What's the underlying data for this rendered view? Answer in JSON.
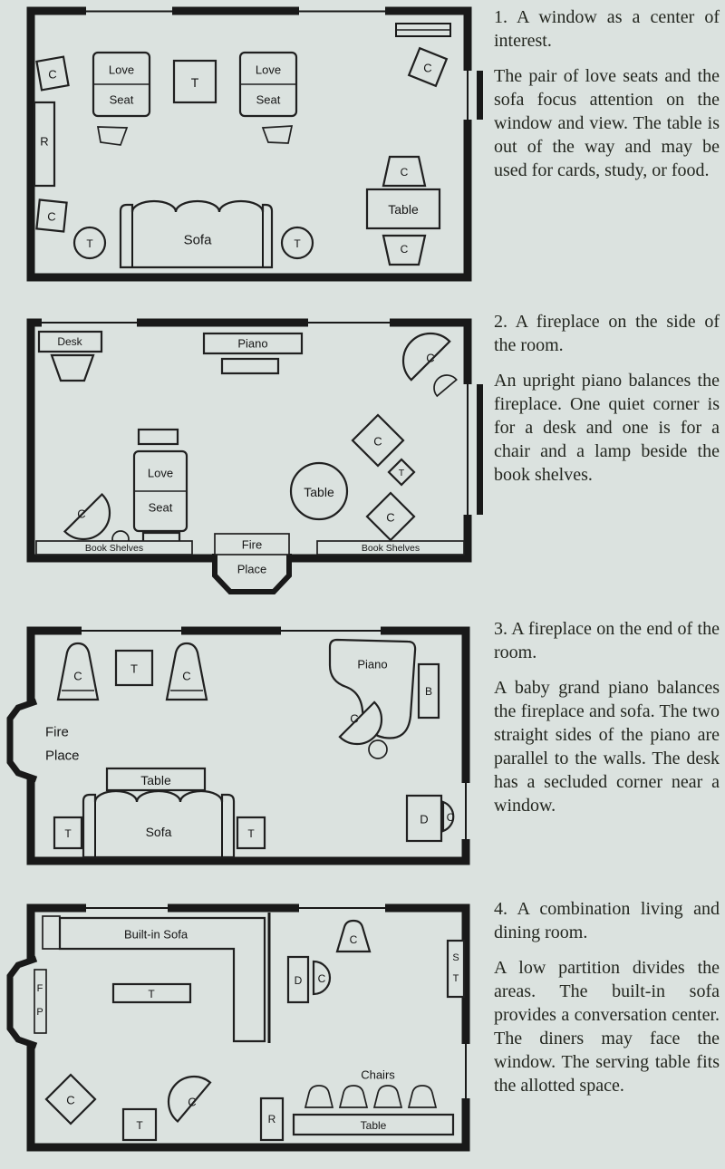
{
  "colors": {
    "paper": "#dbe2df",
    "ink": "#191919"
  },
  "sections": [
    {
      "heading": "1. A window as a center of interest.",
      "body": "The pair of love seats and the sofa focus attention on the window and view. The table is out of the way and may be used for cards, study, or food."
    },
    {
      "heading": "2. A fireplace on the side of the room.",
      "body": "An upright piano balances the fireplace. One quiet corner is for a desk and one is for a chair and a lamp beside the book shelves."
    },
    {
      "heading": "3. A fireplace on the end of the room.",
      "body": "A baby grand piano balances the fireplace and sofa. The two straight sides of the piano are parallel to the walls. The desk has a secluded corner near a window."
    },
    {
      "heading": "4. A combination living and dining room.",
      "body": "A low partition divides the areas. The built-in sofa provides a conversation center. The diners may face the window. The serving table fits the allotted space."
    }
  ],
  "labels": {
    "chair": "C",
    "table_abbr": "T",
    "radio": "R",
    "bench": "B",
    "desk_abbr": "D",
    "serving_s": "S",
    "serving_t": "T",
    "fireplace_f": "F",
    "fireplace_p": "P",
    "sofa": "Sofa",
    "table": "Table",
    "love": "Love",
    "seat": "Seat",
    "desk": "Desk",
    "piano": "Piano",
    "fire": "Fire",
    "place": "Place",
    "book_shelves": "Book Shelves",
    "builtin_sofa": "Built-in Sofa",
    "chairs": "Chairs"
  }
}
